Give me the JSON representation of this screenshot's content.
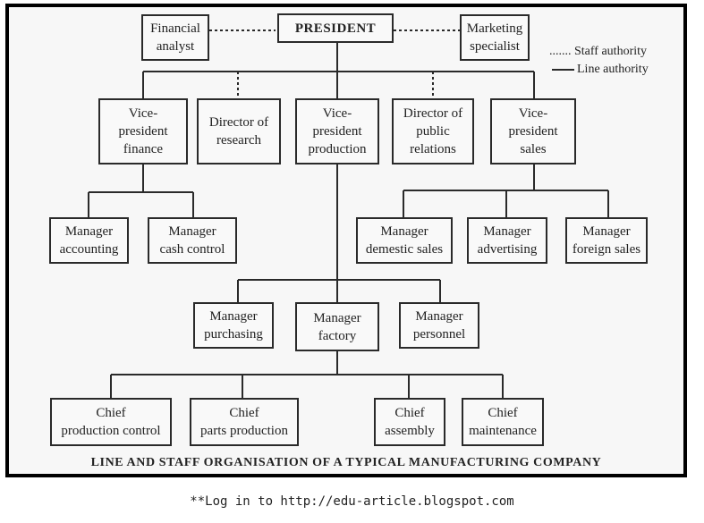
{
  "boxes": {
    "financial_analyst": "Financial\nanalyst",
    "president": "PRESIDENT",
    "marketing_specialist": "Marketing\nspecialist",
    "vp_finance": "Vice-\npresident\nfinance",
    "director_research": "Director of\nresearch",
    "vp_production": "Vice-\npresident\nproduction",
    "director_pr": "Director of\npublic\nrelations",
    "vp_sales": "Vice-\npresident\nsales",
    "mgr_accounting": "Manager\naccounting",
    "mgr_cash_control": "Manager\ncash control",
    "mgr_domestic_sales": "Manager\ndemestic sales",
    "mgr_advertising": "Manager\nadvertising",
    "mgr_foreign_sales": "Manager\nforeign sales",
    "mgr_purchasing": "Manager\npurchasing",
    "mgr_factory": "Manager\nfactory",
    "mgr_personnel": "Manager\npersonnel",
    "chief_production_control": "Chief\nproduction control",
    "chief_parts_production": "Chief\nparts production",
    "chief_assembly": "Chief\nassembly",
    "chief_maintenance": "Chief\nmaintenance"
  },
  "legend": {
    "staff": "....... Staff authority",
    "line": "Line authority"
  },
  "caption": "LINE AND STAFF ORGANISATION OF A TYPICAL MANUFACTURING COMPANY",
  "footer": "**Log in to http://edu-article.blogspot.com"
}
